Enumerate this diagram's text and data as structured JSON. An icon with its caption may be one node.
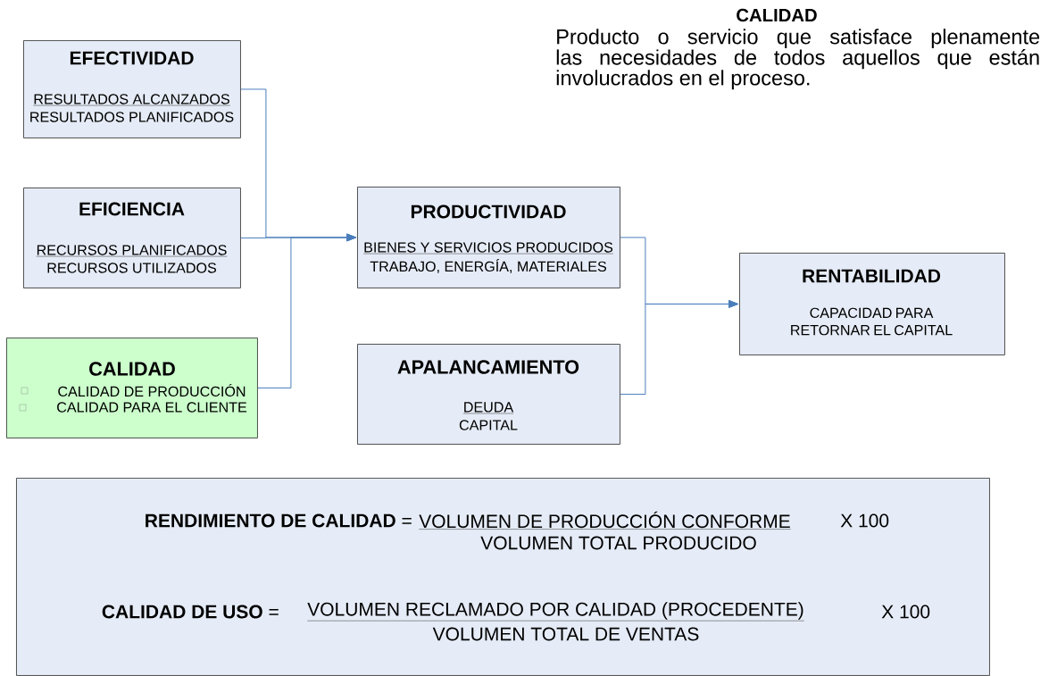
{
  "diagram": {
    "nodes": [
      {
        "text": [
          "EFECTIVIDAD",
          "RESULTADOS ALCANZADOS",
          "RESULTADOS PLANIFICADOS"
        ]
      },
      {
        "text": [
          "EFICIENCIA",
          "RECURSOS PLANIFICADOS",
          "RECURSOS UTILIZADOS"
        ]
      },
      {
        "text": [
          "CALIDAD",
          "CALIDAD DE PRODUCCIÓN",
          "CALIDAD PARA EL CLIENTE"
        ]
      },
      {
        "text": [
          "PRODUCTIVIDAD",
          "BIENES Y SERVICIOS PRODUCIDOS",
          "TRABAJO, ENERGÍA, MATERIALES"
        ]
      },
      {
        "text": [
          "APALANCAMIENTO",
          "DEUDA",
          "CAPITAL"
        ]
      },
      {
        "text": [
          "RENTABILIDAD",
          "CAPACIDAD PARA RETORNAR EL CAPITAL"
        ]
      },
      {
        "text": [
          "**RENDIMIENTO DE CALIDAD** =",
          "VOLUMEN DE PRODUCCIÓN CONFORME",
          "VOLUMEN TOTAL PRODUCIDO",
          "X 100",
          "**CALIDAD DE USO** =",
          "VOLUMEN RECLAMADO POR CALIDAD (PROCEDENTE)",
          "VOLUMEN TOTAL DE VENTAS",
          "X 100"
        ]
      }
    ],
    "edges": [
      {
        "from": 0,
        "to": 3,
        "arrow": "to"
      },
      {
        "from": 1,
        "to": 3,
        "arrow": "to"
      },
      {
        "from": 2,
        "to": 3,
        "arrow": "to"
      },
      {
        "from": 3,
        "to": 5,
        "arrow": "to"
      },
      {
        "from": 4,
        "to": 5,
        "arrow": "to"
      }
    ],
    "labels": [
      "CALIDAD",
      "Producto o servicio que satisface plenamente las necesidades de todos aquellos que están involucrados en el proceso."
    ]
  }
}
